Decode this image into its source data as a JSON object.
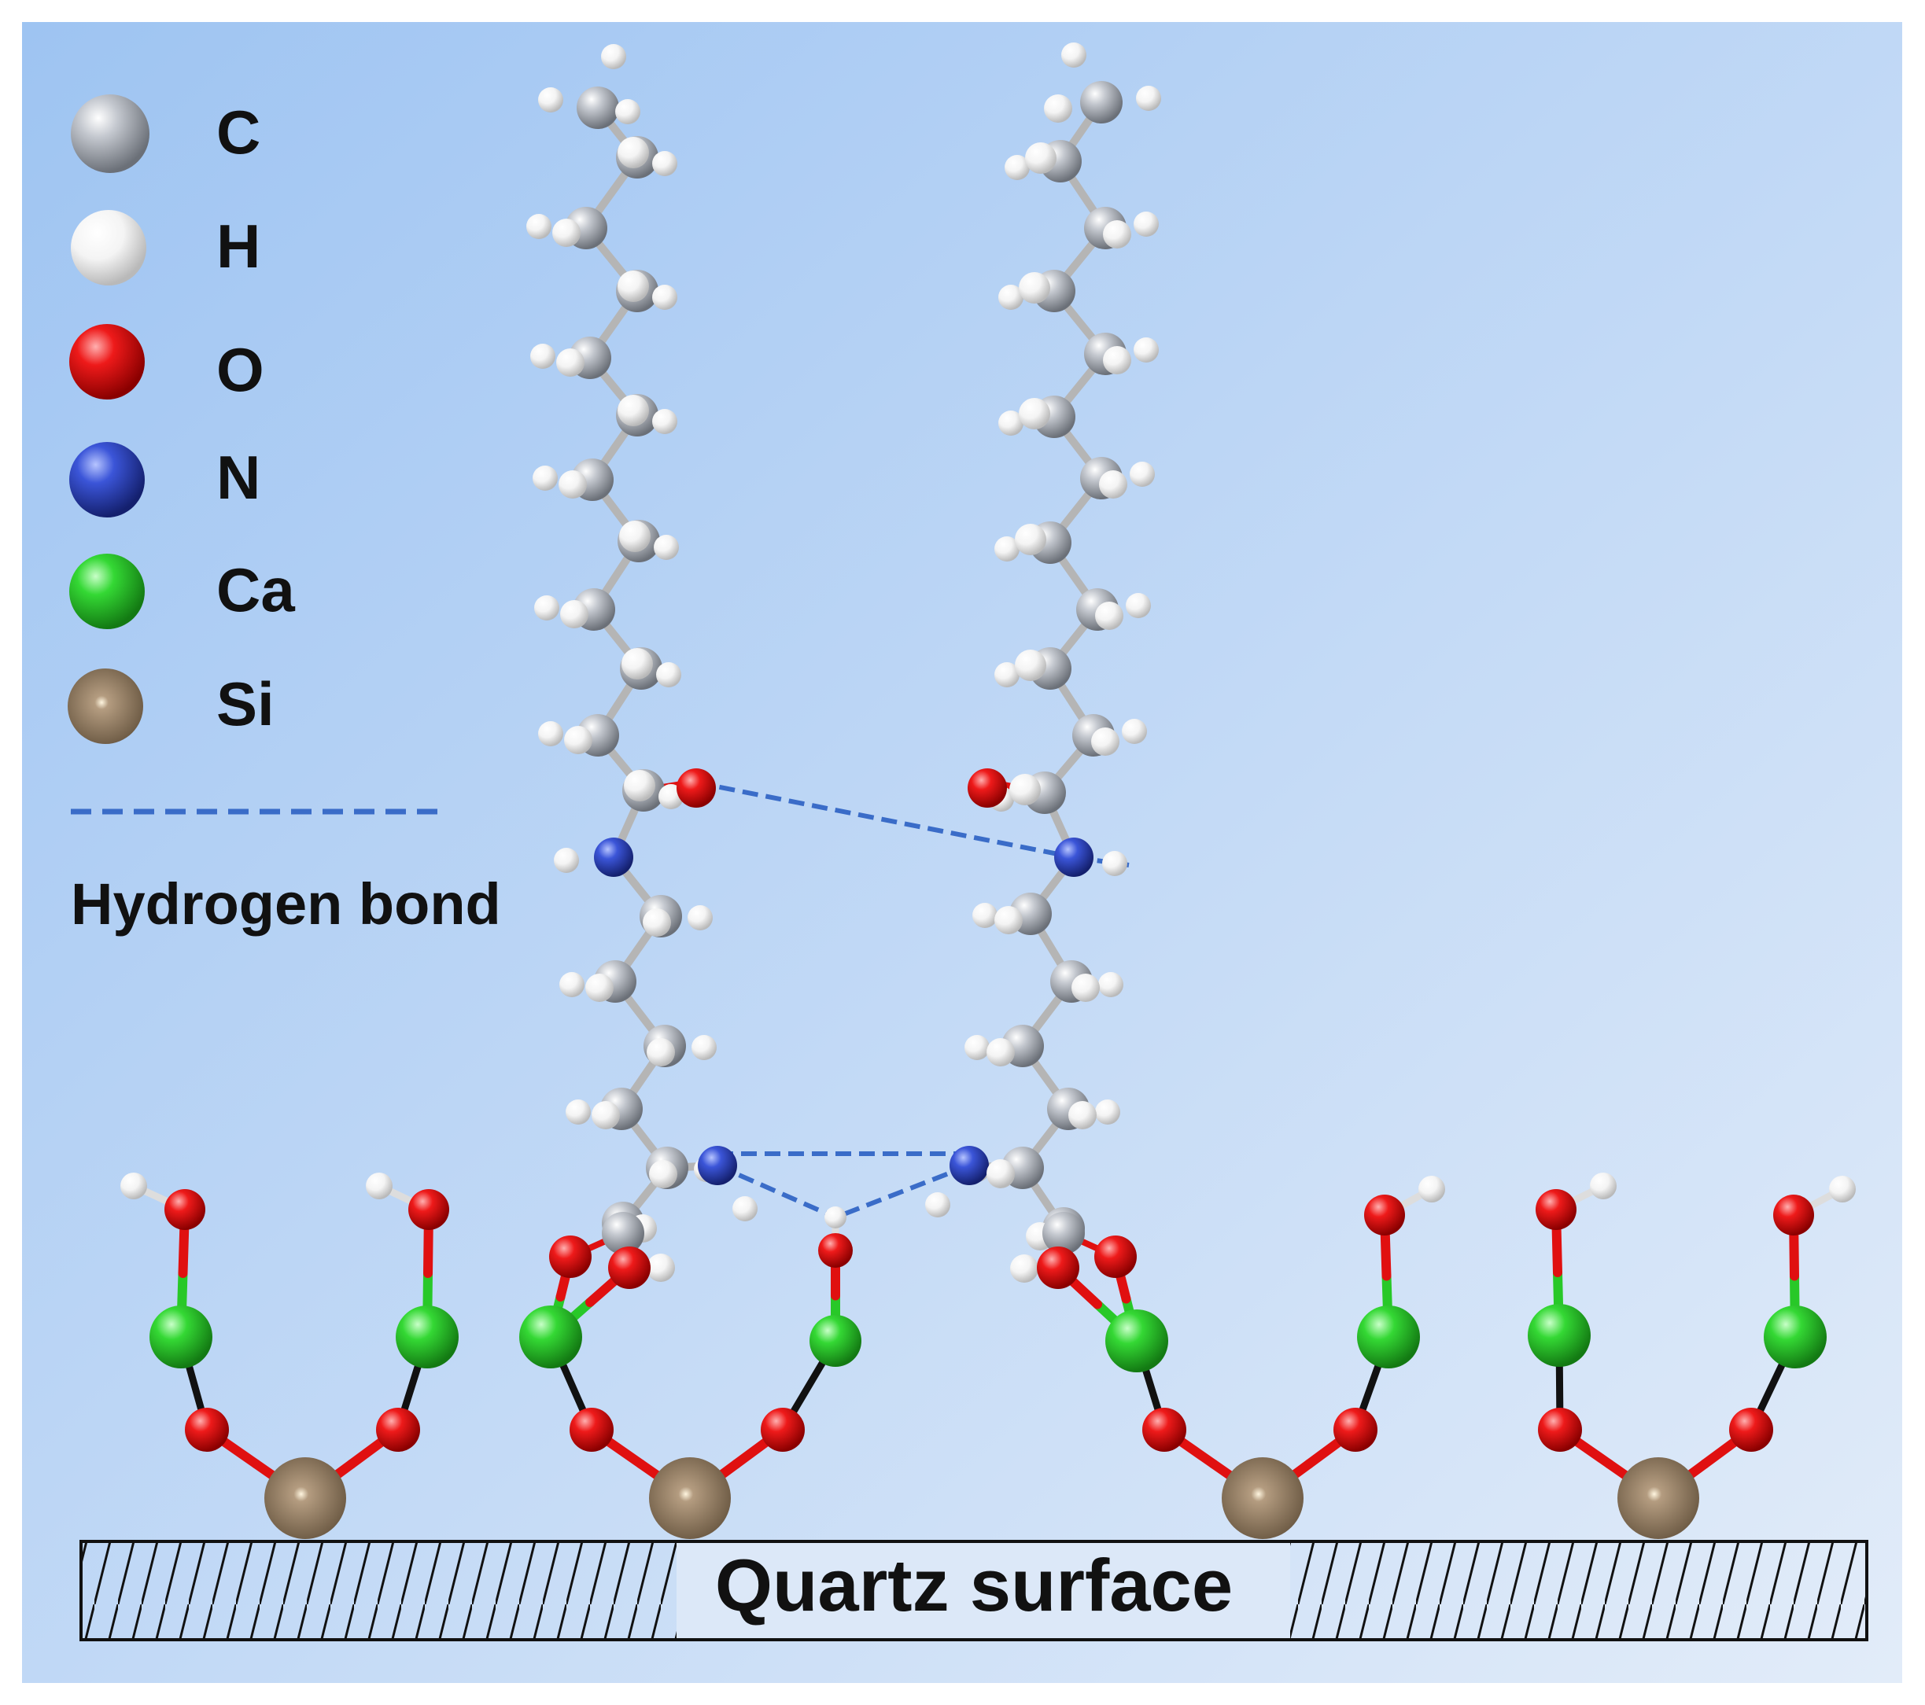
{
  "legend": {
    "items": [
      {
        "symbol": "C",
        "label": "C",
        "color": "#9aa0a8"
      },
      {
        "symbol": "H",
        "label": "H",
        "color": "#f2f2f2"
      },
      {
        "symbol": "O",
        "label": "O",
        "color": "#e01010"
      },
      {
        "symbol": "N",
        "label": "N",
        "color": "#2f48c8"
      },
      {
        "symbol": "Ca",
        "label": "Ca",
        "color": "#28c828"
      },
      {
        "symbol": "Si",
        "label": "Si",
        "color": "#8f7a62"
      }
    ],
    "hbond_label": "Hydrogen bond",
    "hbond_color": "#3a6cc8"
  },
  "surface": {
    "label": "Quartz surface"
  },
  "colors": {
    "background_from": "#9ec4f2",
    "background_to": "#dde9f8",
    "bond_gray": "#b5b5b5",
    "bond_black": "#111111",
    "bond_red": "#e01010",
    "bond_green": "#28c828"
  }
}
